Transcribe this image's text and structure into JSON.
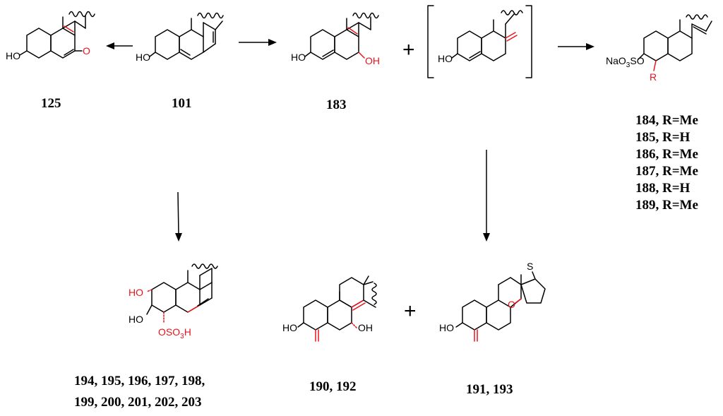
{
  "colors": {
    "ink": "#000000",
    "highlight": "#e8141b"
  },
  "compounds": {
    "c125": "125",
    "c101": "101",
    "c183": "183",
    "c184": "184, R=Me",
    "c185": "185,  R=H",
    "c186": "186,  R=Me",
    "c187": "187,  R=Me",
    "c188": "188,  R=H",
    "c189": "189,  R=Me",
    "c194_198": "194, 195, 196, 197, 198,",
    "c199_203": "199, 200, 201,  202, 203",
    "c190_192": "190, 192",
    "c191_193": "191, 193"
  },
  "atoms": {
    "ho": "HO",
    "oh": "OH",
    "o": "O",
    "r": "R",
    "s": "S",
    "naoso": "NaO",
    "three": "3",
    "so": "SO",
    "oso": "OSO",
    "h": "H",
    "ho_red": "HO"
  },
  "symbols": {
    "plus": "+"
  }
}
